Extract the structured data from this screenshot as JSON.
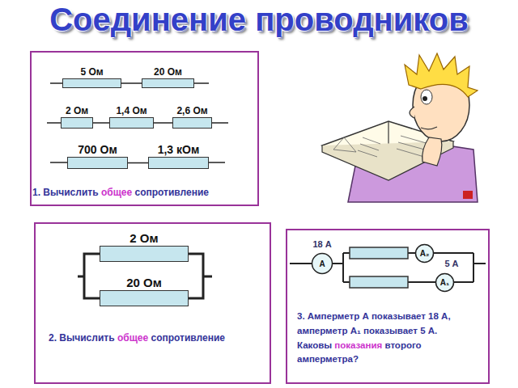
{
  "diagram": {
    "title": "Соединение проводников",
    "nodes": [
      {
        "text": [
          "1. Вычислить",
          "общее",
          "сопротивление"
        ]
      },
      {
        "text": [
          "5 Ом"
        ],
        "in": 0
      },
      {
        "text": [
          "20 Ом"
        ],
        "in": 0
      },
      {
        "text": [
          "2 Ом"
        ],
        "in": 0
      },
      {
        "text": [
          "1,4 Ом"
        ],
        "in": 0
      },
      {
        "text": [
          "2,6 Ом"
        ],
        "in": 0
      },
      {
        "text": [
          "700 Ом"
        ],
        "in": 0
      },
      {
        "text": [
          "1,3 кОм"
        ],
        "in": 0
      },
      {
        "text": [
          "2. Вычислить",
          "общее",
          "сопротивление"
        ]
      },
      {
        "text": [
          "2 Ом"
        ],
        "in": 8
      },
      {
        "text": [
          "20 Ом"
        ],
        "in": 8
      },
      {
        "text": [
          "3. Амперметр А показывает 18 А, амперметр А₁ показывает 5 А. Каковы",
          "показания",
          "второго амперметра?"
        ]
      },
      {
        "text": [
          "А"
        ],
        "in": 11
      },
      {
        "text": [
          "А₂"
        ],
        "in": 11
      },
      {
        "text": [
          "А₁"
        ],
        "in": 11
      }
    ],
    "edges": [
      {
        "from": 1,
        "to": 2,
        "arrow": "none"
      },
      {
        "from": 3,
        "to": 4,
        "arrow": "none"
      },
      {
        "from": 4,
        "to": 5,
        "arrow": "none"
      },
      {
        "from": 6,
        "to": 7,
        "arrow": "none"
      },
      {
        "from": 9,
        "to": 10,
        "arrow": "none"
      },
      {
        "from": 9,
        "to": 10,
        "arrow": "none"
      }
    ],
    "labels": [
      "18 А",
      "5 А"
    ]
  }
}
